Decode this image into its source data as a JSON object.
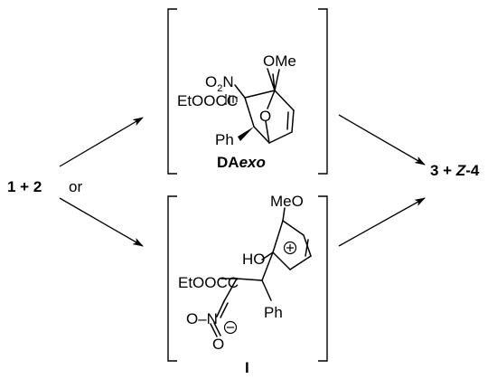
{
  "scheme": {
    "reactants": "1 + 2",
    "or_label": "or",
    "products": {
      "prefix": "3 + ",
      "stereo": "Z",
      "suffix": "-4"
    },
    "species": [
      {
        "id": "da",
        "label_main": "DA",
        "label_italic": "exo",
        "groups": {
          "methoxy": "OMe",
          "nitro_o": "O",
          "nitro_sub": "2",
          "nitro_n": "N",
          "ester": "EtOOC",
          "bridge_o": "O",
          "phenyl": "Ph"
        }
      },
      {
        "id": "int",
        "label": "I",
        "groups": {
          "methoxy": "MeO",
          "hydroxy": "HO",
          "cation": "+",
          "ester": "EtOOC",
          "nitronate": "O–N",
          "anion": "⊖",
          "nitro_o": "O",
          "phenyl": "Ph"
        }
      }
    ]
  }
}
